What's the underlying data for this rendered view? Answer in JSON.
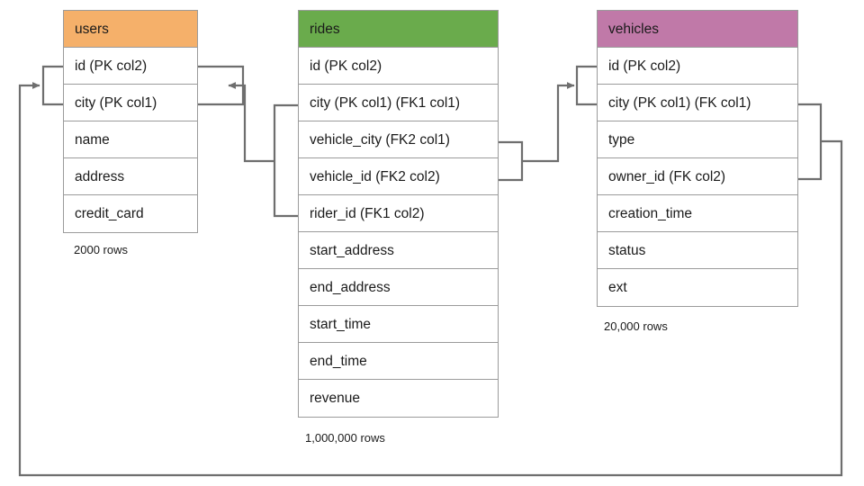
{
  "diagram": {
    "type": "entity-relationship-diagram",
    "background": "#ffffff",
    "line_color": "#6e6e6e",
    "border_color": "#9b9b9b"
  },
  "tables": [
    {
      "name": "users",
      "title": "users",
      "header_color": "#F5B06A",
      "row_count_label": "2000 rows",
      "columns": [
        {
          "label": "id (PK col2)"
        },
        {
          "label": "city (PK col1)"
        },
        {
          "label": "name"
        },
        {
          "label": "address"
        },
        {
          "label": "credit_card"
        }
      ]
    },
    {
      "name": "rides",
      "title": "rides",
      "header_color": "#6AAB4C",
      "row_count_label": "1,000,000 rows",
      "columns": [
        {
          "label": "id (PK col2)"
        },
        {
          "label": "city (PK col1) (FK1 col1)"
        },
        {
          "label": "vehicle_city (FK2 col1)"
        },
        {
          "label": "vehicle_id (FK2 col2)"
        },
        {
          "label": "rider_id (FK1 col2)"
        },
        {
          "label": "start_address"
        },
        {
          "label": "end_address"
        },
        {
          "label": "start_time"
        },
        {
          "label": "end_time"
        },
        {
          "label": "revenue"
        }
      ]
    },
    {
      "name": "vehicles",
      "title": "vehicles",
      "header_color": "#C079A8",
      "row_count_label": "20,000 rows",
      "columns": [
        {
          "label": "id (PK col2)"
        },
        {
          "label": "city (PK col1) (FK col1)"
        },
        {
          "label": "type"
        },
        {
          "label": "owner_id (FK col2)"
        },
        {
          "label": "creation_time"
        },
        {
          "label": "status"
        },
        {
          "label": "ext"
        }
      ]
    }
  ],
  "relationships": [
    {
      "name": "rides-fk1-to-users",
      "from_table": "rides",
      "from_columns": [
        "city (PK col1) (FK1 col1)",
        "rider_id (FK1 col2)"
      ],
      "to_table": "users",
      "to_columns": [
        "id (PK col2)",
        "city (PK col1)"
      ]
    },
    {
      "name": "rides-fk2-to-vehicles",
      "from_table": "rides",
      "from_columns": [
        "vehicle_city (FK2 col1)",
        "vehicle_id (FK2 col2)"
      ],
      "to_table": "vehicles",
      "to_columns": [
        "id (PK col2)",
        "city (PK col1) (FK col1)"
      ]
    },
    {
      "name": "vehicles-fk-to-users",
      "from_table": "vehicles",
      "from_columns": [
        "city (PK col1) (FK col1)",
        "owner_id (FK col2)"
      ],
      "to_table": "users",
      "to_columns": [
        "id (PK col2)",
        "city (PK col1)"
      ]
    }
  ]
}
